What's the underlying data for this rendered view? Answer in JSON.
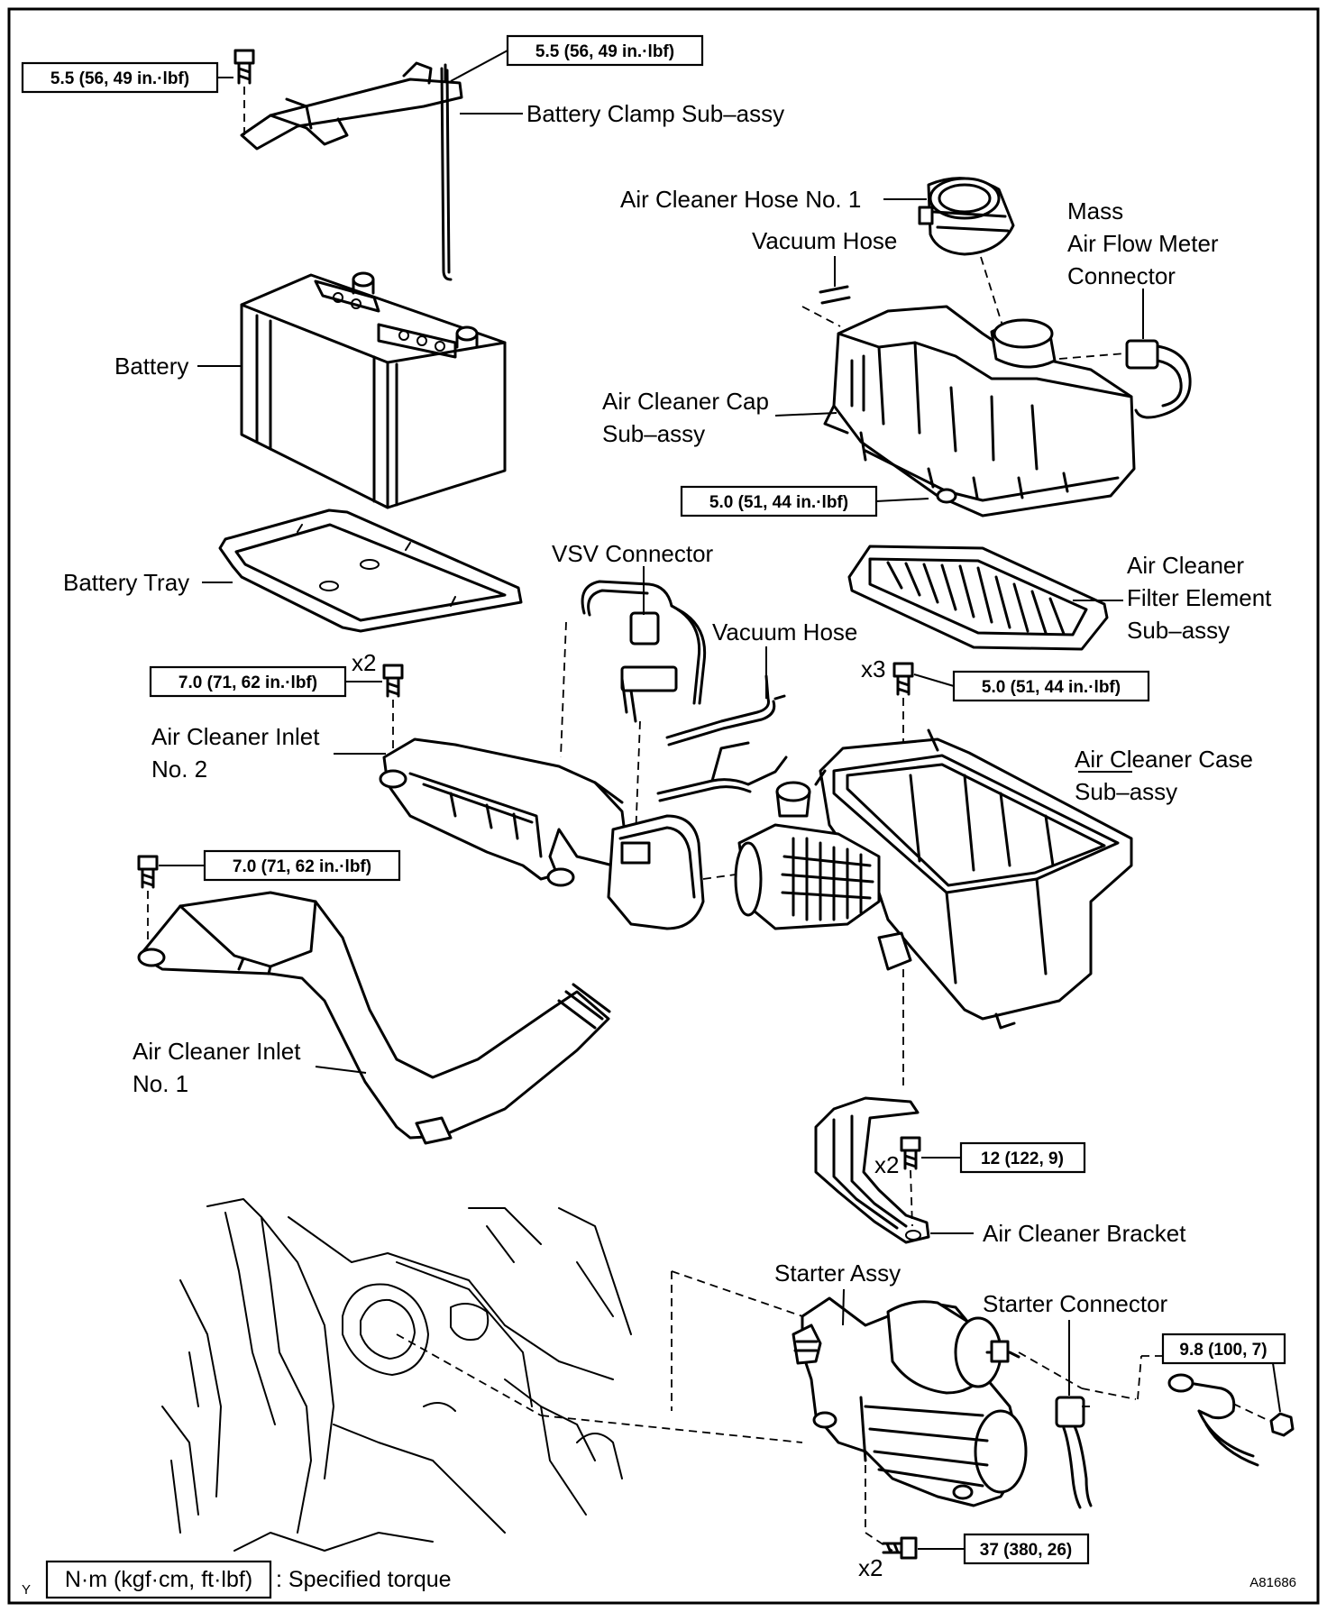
{
  "parts": {
    "battery_clamp": "Battery Clamp Sub–assy",
    "air_cleaner_hose_1": "Air Cleaner Hose No. 1",
    "vacuum_hose_top": "Vacuum Hose",
    "maf_1": "Mass",
    "maf_2": "Air Flow Meter",
    "maf_3": "Connector",
    "battery": "Battery",
    "cap_1": "Air Cleaner Cap",
    "cap_2": "Sub–assy",
    "battery_tray": "Battery Tray",
    "vsv_connector": "VSV Connector",
    "filter_1": "Air Cleaner",
    "filter_2": "Filter Element",
    "filter_3": "Sub–assy",
    "vacuum_hose_mid": "Vacuum Hose",
    "inlet2_1": "Air Cleaner Inlet",
    "inlet2_2": "No. 2",
    "case_1": "Air Cleaner Case",
    "case_2": "Sub–assy",
    "inlet1_1": "Air Cleaner Inlet",
    "inlet1_2": "No. 1",
    "bracket": "Air Cleaner Bracket",
    "starter": "Starter Assy",
    "starter_connector": "Starter Connector"
  },
  "torques": {
    "t1": "5.5 (56, 49 in.·lbf)",
    "t2": "5.5 (56, 49 in.·lbf)",
    "t3": "5.0 (51, 44 in.·lbf)",
    "t4": "7.0 (71, 62 in.·lbf)",
    "t5": "5.0 (51, 44 in.·lbf)",
    "t6": "7.0 (71, 62 in.·lbf)",
    "t7": "12 (122, 9)",
    "t8": "9.8 (100, 7)",
    "t9": "37 (380, 26)"
  },
  "quantities": {
    "q_tray_bolt": "x2",
    "q_case_bolt": "x3",
    "q_bracket_bolt": "x2",
    "q_starter_bolt": "x2"
  },
  "legend": {
    "unit_box": "N·m (kgf·cm, ft·lbf)",
    "description": ": Specified torque"
  },
  "corner_letter": "Y",
  "figure_code": "A81686"
}
